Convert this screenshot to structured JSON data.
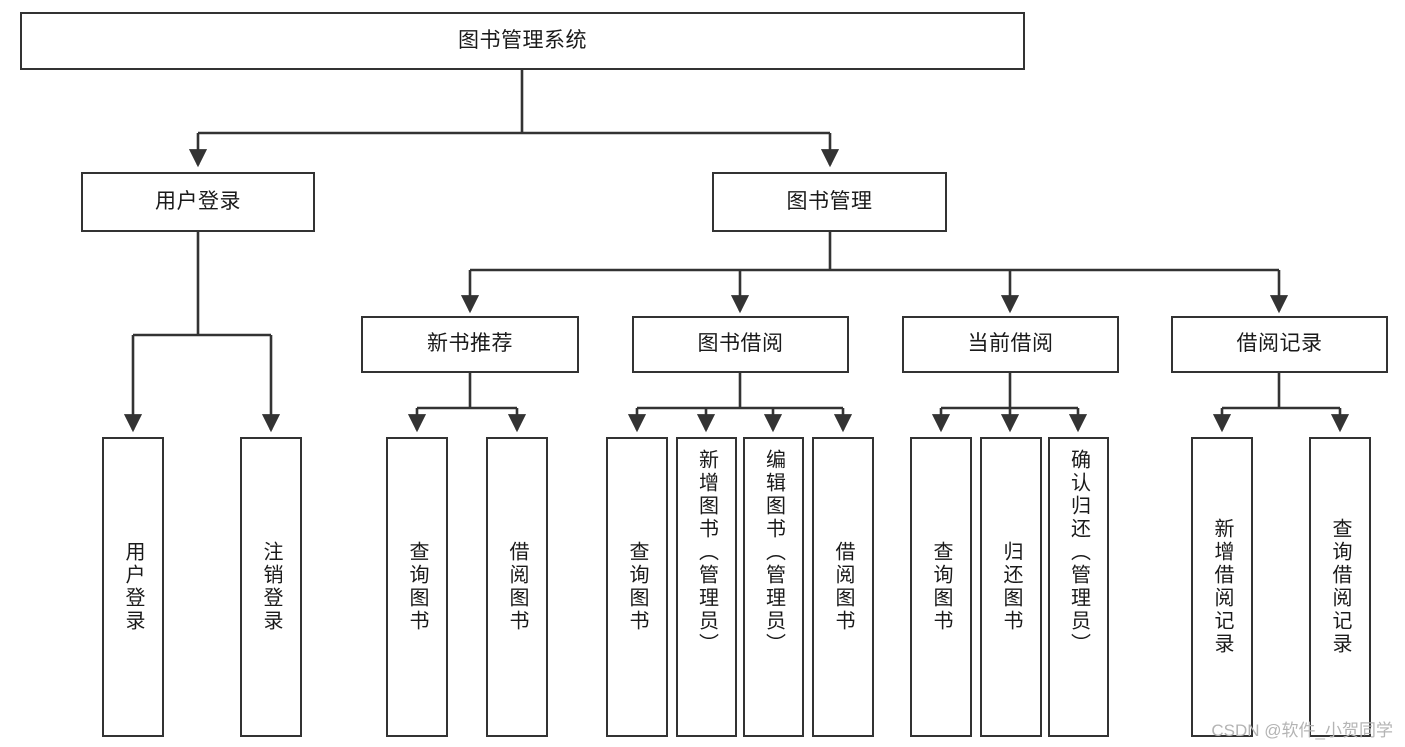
{
  "diagram": {
    "type": "tree",
    "title": "图书管理系统",
    "root": {
      "label": "图书管理系统",
      "children": [
        {
          "label": "用户登录",
          "children": [
            {
              "label": "用户登录"
            },
            {
              "label": "注销登录"
            }
          ]
        },
        {
          "label": "图书管理",
          "children": [
            {
              "label": "新书推荐",
              "children": [
                {
                  "label": "查询图书"
                },
                {
                  "label": "借阅图书"
                }
              ]
            },
            {
              "label": "图书借阅",
              "children": [
                {
                  "label": "查询图书"
                },
                {
                  "label": "新增图书（管理员）"
                },
                {
                  "label": "编辑图书（管理员）"
                },
                {
                  "label": "借阅图书"
                }
              ]
            },
            {
              "label": "当前借阅",
              "children": [
                {
                  "label": "查询图书"
                },
                {
                  "label": "归还图书"
                },
                {
                  "label": "确认归还（管理员）"
                }
              ]
            },
            {
              "label": "借阅记录",
              "children": [
                {
                  "label": "新增借阅记录"
                },
                {
                  "label": "查询借阅记录"
                }
              ]
            }
          ]
        }
      ]
    },
    "nodes": {
      "root": "图书管理系统",
      "l1_user_login": "用户登录",
      "l1_book_mgmt": "图书管理",
      "l2_new_book_rec": "新书推荐",
      "l2_book_borrow": "图书借阅",
      "l2_current_borrow": "当前借阅",
      "l2_borrow_record": "借阅记录",
      "leaf_user_login": "用户登录",
      "leaf_logout": "注销登录",
      "leaf_rec_query": "查询图书",
      "leaf_rec_borrow": "借阅图书",
      "leaf_borrow_query": "查询图书",
      "leaf_borrow_add": "新增图书（管理员）",
      "leaf_borrow_edit": "编辑图书（管理员）",
      "leaf_borrow_borrow": "借阅图书",
      "leaf_cur_query": "查询图书",
      "leaf_cur_return": "归还图书",
      "leaf_cur_confirm": "确认归还（管理员）",
      "leaf_rec_add": "新增借阅记录",
      "leaf_rec_query2": "查询借阅记录"
    },
    "colors": {
      "border": "#333333",
      "text": "#1a1a1a",
      "background": "#ffffff",
      "connector": "#333333",
      "watermark": "#b4b4b4"
    }
  },
  "watermark": {
    "text": "CSDN @软件_小贺同学"
  }
}
